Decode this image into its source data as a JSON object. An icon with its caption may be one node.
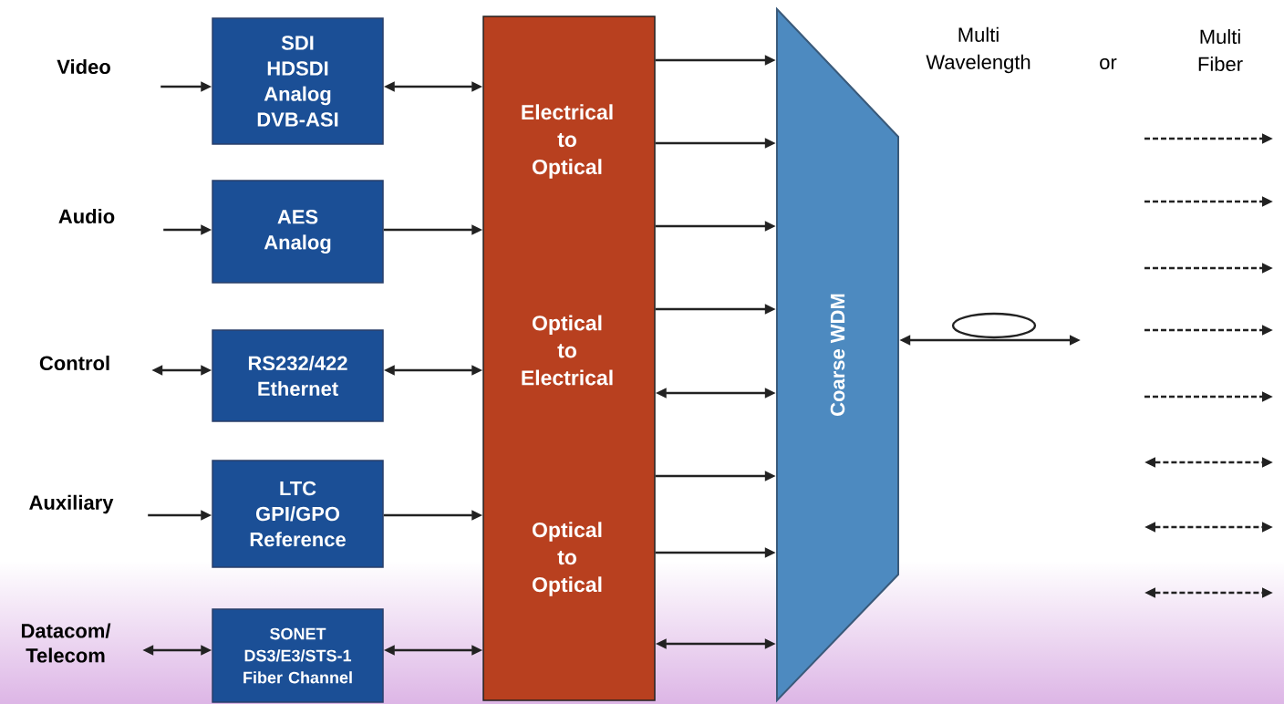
{
  "diagram": {
    "nodes": [
      {
        "text": [
          "Video"
        ]
      },
      {
        "text": [
          "Audio"
        ]
      },
      {
        "text": [
          "Control"
        ]
      },
      {
        "text": [
          "Auxiliary"
        ]
      },
      {
        "text": [
          "Datacom/ Telecom"
        ]
      },
      {
        "text": [
          "SDI HDSDI Analog DVB-ASI"
        ]
      },
      {
        "text": [
          "AES Analog"
        ]
      },
      {
        "text": [
          "RS232/422 Ethernet"
        ]
      },
      {
        "text": [
          "LTC GPI/GPO Reference"
        ]
      },
      {
        "text": [
          "SONET DS3/E3/STS-1 Fiber Channel"
        ]
      },
      {
        "text": [
          "Electrical to Optical",
          "Optical to Electrical",
          "Optical to Optical"
        ]
      },
      {
        "text": [
          "Coarse WDM"
        ]
      }
    ],
    "edges": [
      {
        "from": 0,
        "to": 5,
        "arrow": "to"
      },
      {
        "from": 1,
        "to": 6,
        "arrow": "to"
      },
      {
        "from": 2,
        "to": 7,
        "arrow": "both"
      },
      {
        "from": 3,
        "to": 8,
        "arrow": "to"
      },
      {
        "from": 4,
        "to": 9,
        "arrow": "both"
      },
      {
        "from": 5,
        "to": 10,
        "arrow": "both"
      },
      {
        "from": 6,
        "to": 10,
        "arrow": "to"
      },
      {
        "from": 7,
        "to": 10,
        "arrow": "both"
      },
      {
        "from": 8,
        "to": 10,
        "arrow": "to"
      },
      {
        "from": 9,
        "to": 10,
        "arrow": "both"
      },
      {
        "from": 10,
        "to": 11,
        "arrow": "to"
      },
      {
        "from": 10,
        "to": 11,
        "arrow": "to"
      },
      {
        "from": 10,
        "to": 11,
        "arrow": "to"
      },
      {
        "from": 10,
        "to": 11,
        "arrow": "to"
      },
      {
        "from": 10,
        "to": 11,
        "arrow": "both"
      },
      {
        "from": 10,
        "to": 11,
        "arrow": "to"
      },
      {
        "from": 10,
        "to": 11,
        "arrow": "to"
      },
      {
        "from": 10,
        "to": 11,
        "arrow": "both"
      },
      {
        "from": 11,
        "to": null,
        "arrow": "both"
      }
    ],
    "labels": [
      "Multi Wavelength",
      "or",
      "Multi Fiber"
    ]
  }
}
